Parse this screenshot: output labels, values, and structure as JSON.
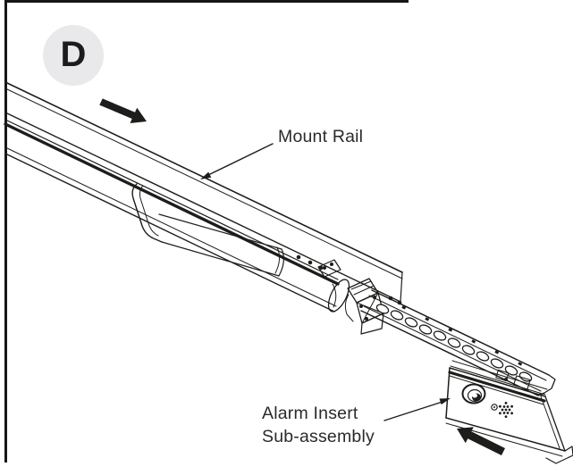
{
  "figure": {
    "badge": "D",
    "mount_rail_label": "Mount Rail",
    "alarm_insert_label_line1": "Alarm Insert",
    "alarm_insert_label_line2": "Sub-assembly",
    "colors": {
      "line": "#1d1d1b",
      "badge_background": "#e9e9eb",
      "text": "#2b2a29",
      "background": "#ffffff"
    },
    "icons": [
      "slide-direction-arrow-right-icon",
      "insert-direction-arrow-left-icon",
      "mount-rail-leader-arrow-icon",
      "alarm-insert-leader-arrow-icon"
    ]
  }
}
